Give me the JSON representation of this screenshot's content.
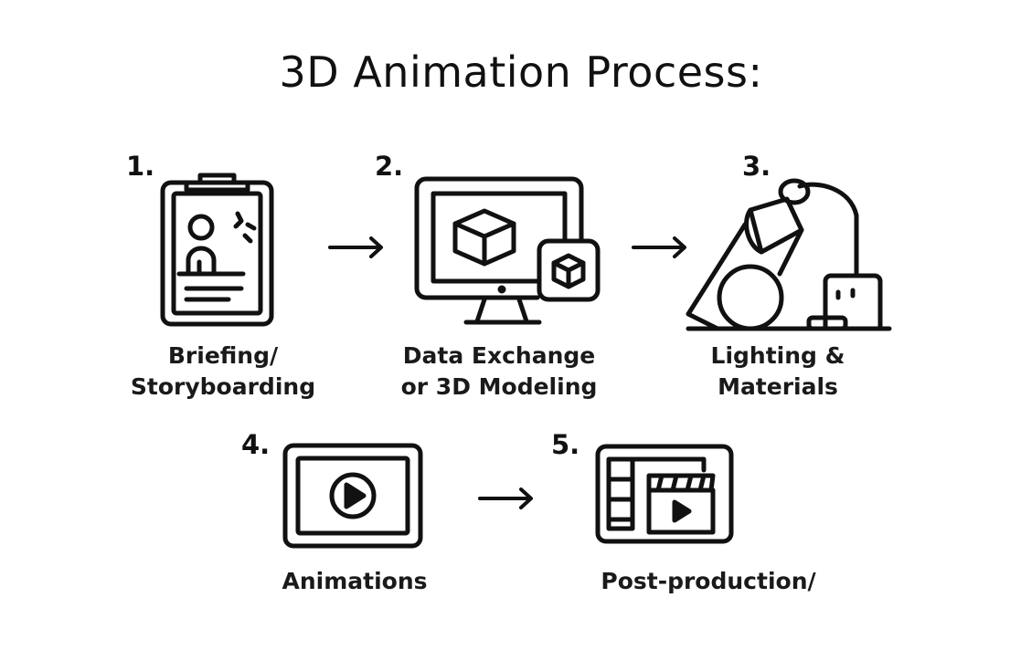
{
  "title": "3D Animation Process:",
  "steps": [
    {
      "number": "1.",
      "label_lines": [
        "Briefing/",
        "Storyboarding"
      ],
      "icon": "clipboard-icon"
    },
    {
      "number": "2.",
      "label_lines": [
        "Data Exchange",
        "or 3D Modeling"
      ],
      "icon": "monitor-cube-icon"
    },
    {
      "number": "3.",
      "label_lines": [
        "Lighting &",
        "Materials"
      ],
      "icon": "desk-lamp-icon"
    },
    {
      "number": "4.",
      "label_lines": [
        "Animations"
      ],
      "icon": "video-player-icon"
    },
    {
      "number": "5.",
      "label_lines": [
        "Post-production/"
      ],
      "icon": "film-editing-icon"
    }
  ],
  "colors": {
    "stroke": "#111111",
    "background": "#ffffff"
  }
}
